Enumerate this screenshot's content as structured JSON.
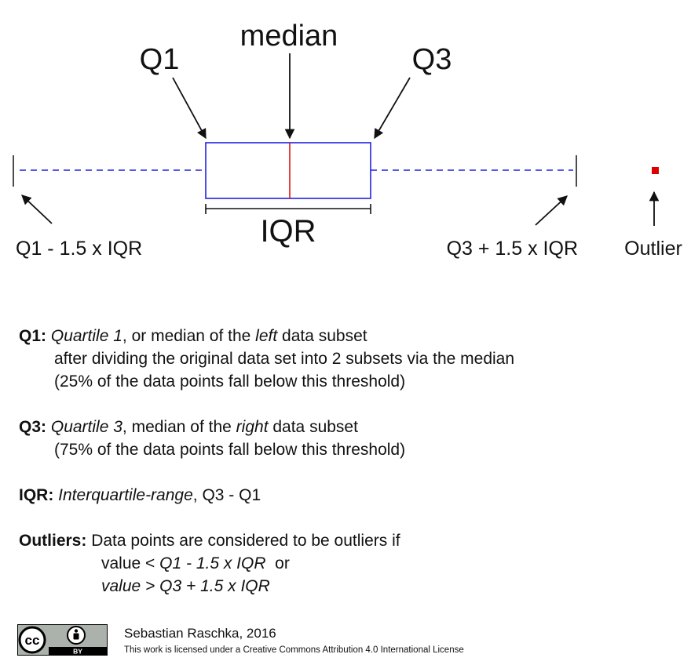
{
  "diagram": {
    "labels": {
      "median": "median",
      "q1": "Q1",
      "q3": "Q3",
      "iqr": "IQR",
      "lower_whisker": "Q1 - 1.5 x IQR",
      "upper_whisker": "Q3 + 1.5 x IQR",
      "outlier": "Outlier"
    },
    "colors": {
      "box": "#2222dd",
      "median_line": "#dd1111",
      "whisker": "#2222dd",
      "outlier_point": "#dd0000",
      "arrows": "#111111"
    }
  },
  "definitions": {
    "q1": {
      "term": "Q1:",
      "italic_1": "Quartile 1",
      "text_1": ", or median of the ",
      "italic_2": "left",
      "text_2": " data subset",
      "line_2": "after dividing the original data set into 2 subsets via the median",
      "line_3": "(25% of the data points fall below this threshold)"
    },
    "q3": {
      "term": "Q3:",
      "italic_1": "Quartile 3",
      "text_1": ", median of the ",
      "italic_2": "right",
      "text_2": " data subset",
      "line_2": "(75% of the data points fall below this threshold)"
    },
    "iqr": {
      "term": "IQR:",
      "italic_1": "Interquartile-range",
      "text_1": ", Q3 - Q1"
    },
    "outliers": {
      "term": "Outliers:",
      "text_1": " Data points are considered to be outliers if",
      "line_2_text": "value < ",
      "line_2_italic": "Q1 - 1.5 x IQR",
      "line_2_tail": "  or",
      "line_3_italic": "value > Q3 + 1.5 x IQR"
    }
  },
  "footer": {
    "author": "Sebastian Raschka, 2016",
    "license": "This work is licensed under a Creative Commons Attribution 4.0 International License",
    "badge": {
      "cc_text": "cc",
      "by_text": "BY",
      "icon": "creative-commons-by-icon"
    }
  }
}
